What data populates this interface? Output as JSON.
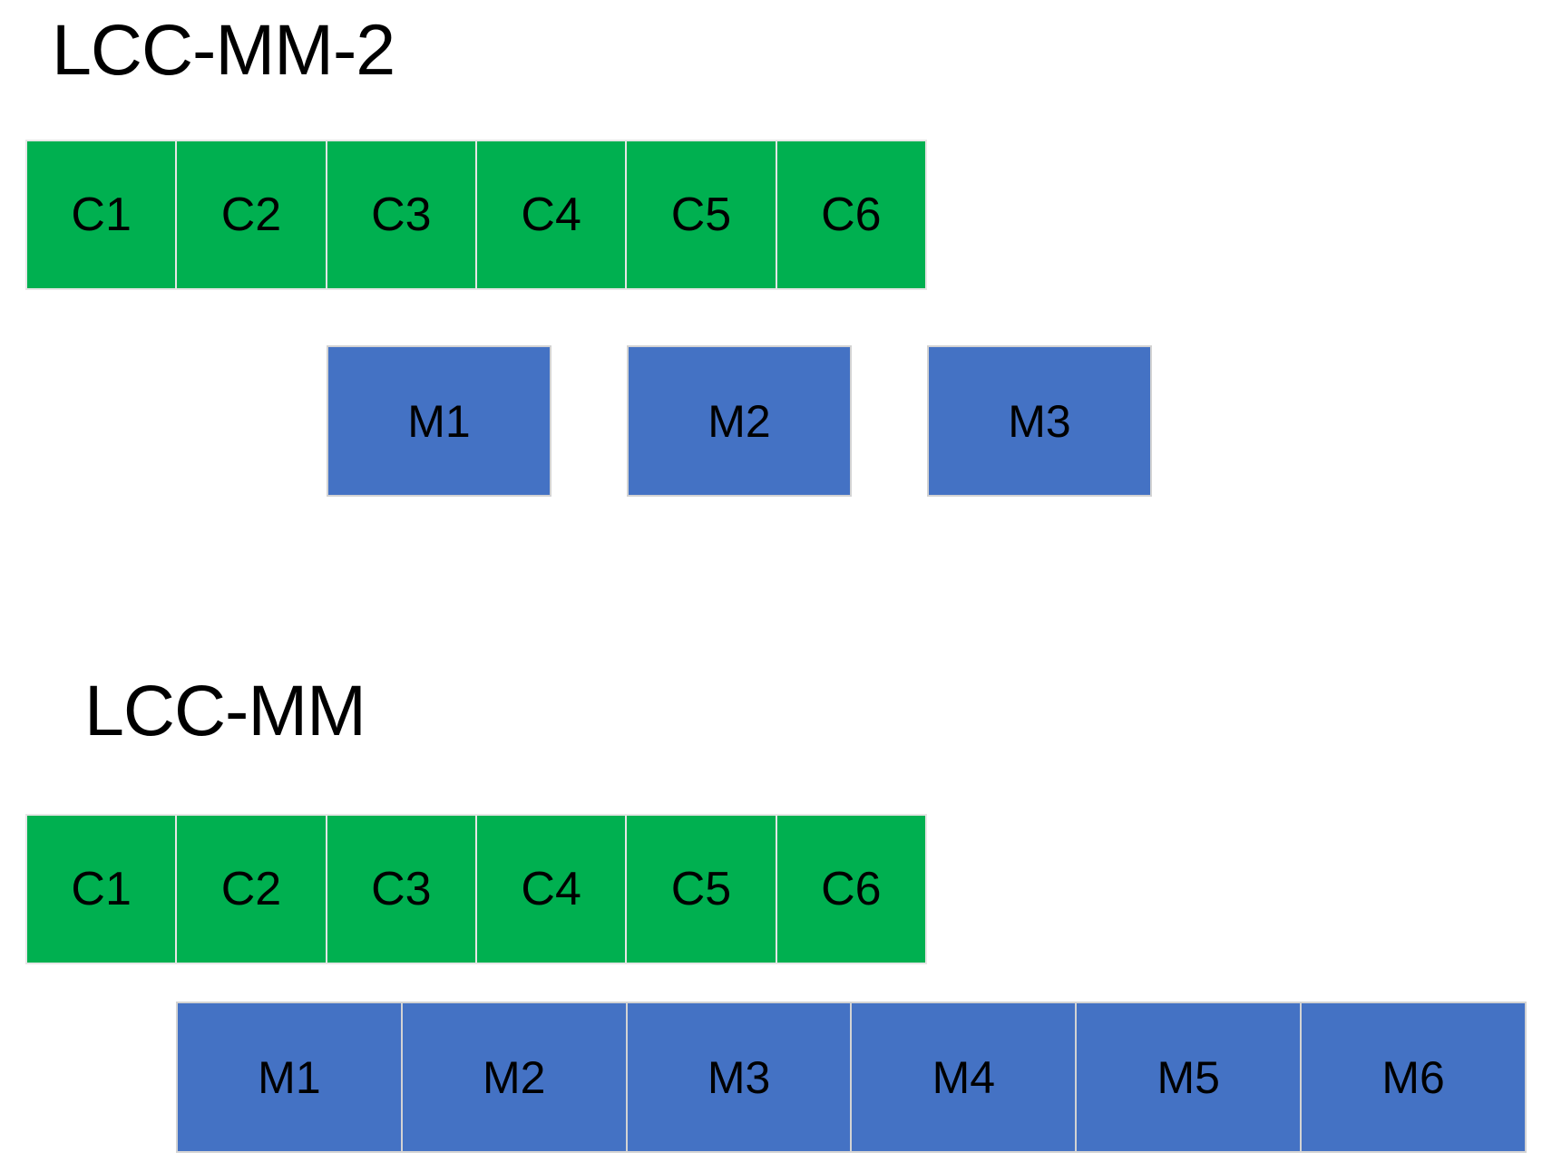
{
  "colors": {
    "background": "#FFFFFF",
    "cache_cell_green": "#00B050",
    "memory_cell_blue": "#4472C4",
    "green_cell_border": "#E7E6E6",
    "blue_cell_border": "#D3D3D3",
    "label_text": "#000000"
  },
  "sections": [
    {
      "title": "LCC-MM-2",
      "c_cells": [
        "C1",
        "C2",
        "C3",
        "C4",
        "C5",
        "C6"
      ],
      "m_boxes": [
        "M1",
        "M2",
        "M3"
      ]
    },
    {
      "title": "LCC-MM",
      "c_cells": [
        "C1",
        "C2",
        "C3",
        "C4",
        "C5",
        "C6"
      ],
      "m_cells": [
        "M1",
        "M2",
        "M3",
        "M4",
        "M5",
        "M6"
      ]
    }
  ]
}
